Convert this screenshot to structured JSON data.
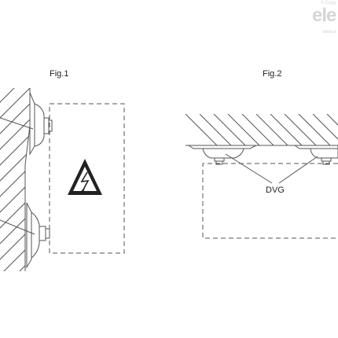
{
  "figure_1": {
    "label": "Fig.1"
  },
  "figure_2": {
    "label": "Fig.2",
    "callout": "DVG"
  },
  "watermark": {
    "copyright": "© Copy",
    "logo": "ele",
    "url": "www.e"
  },
  "colors": {
    "line": "#555555",
    "warning_fill": "#222222",
    "watermark": "#d6d6d6"
  },
  "icons": {
    "warning": "high-voltage-warning-icon"
  }
}
